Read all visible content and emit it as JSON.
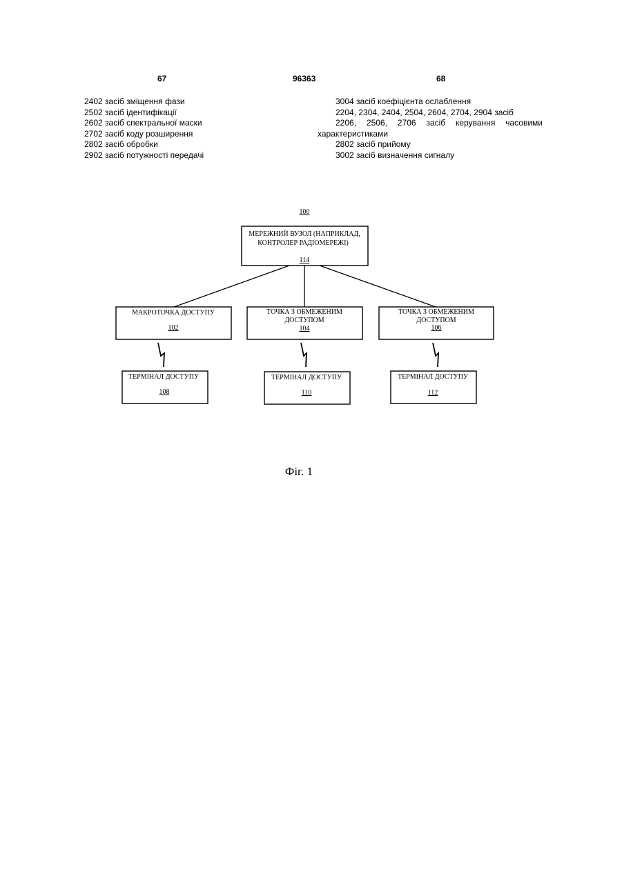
{
  "header": {
    "page_left": "67",
    "patent_number": "96363",
    "page_right": "68"
  },
  "legend_left": [
    "2402 засіб зміщення фази",
    "2502 засіб ідентифікації",
    "2602 засіб спектральної маски",
    "2702 засіб коду розширення",
    "2802 засіб обробки",
    "2902 засіб потужності передачі"
  ],
  "legend_right": {
    "line1": "3004 засіб коефіцієнта ослаблення",
    "line2": "2204, 2304, 2404, 2504, 2604, 2704, 2904 засіб",
    "line3_words": [
      "2206,",
      "2506,",
      "2706",
      "засіб",
      "керування",
      "часовими"
    ],
    "line4": "характеристиками",
    "line5": "2802 засіб прийому",
    "line6": "3002 засіб визначення сигналу"
  },
  "diagram": {
    "system_ref": "100",
    "network_node": {
      "line1": "МЕРЕЖНИЙ ВУЗОЛ (НАПРИКЛАД,",
      "line2": "КОНТРОЛЕР РАДІОМЕРЕЖІ)",
      "ref": "114"
    },
    "access_points": [
      {
        "line1": "МАКРОТОЧКА ДОСТУПУ",
        "line2": "",
        "ref": "102"
      },
      {
        "line1": "ТОЧКА З ОБМЕЖЕНИМ",
        "line2": "ДОСТУПОМ",
        "ref": "104"
      },
      {
        "line1": "ТОЧКА З ОБМЕЖЕНИМ",
        "line2": "ДОСТУПОМ",
        "ref": "106"
      }
    ],
    "terminals": [
      {
        "label": "ТЕРМІНАЛ ДОСТУПУ",
        "ref": "108"
      },
      {
        "label": "ТЕРМІНАЛ ДОСТУПУ",
        "ref": "110"
      },
      {
        "label": "ТЕРМІНАЛ ДОСТУПУ",
        "ref": "112"
      }
    ]
  },
  "figure_caption": "Фіг. 1"
}
